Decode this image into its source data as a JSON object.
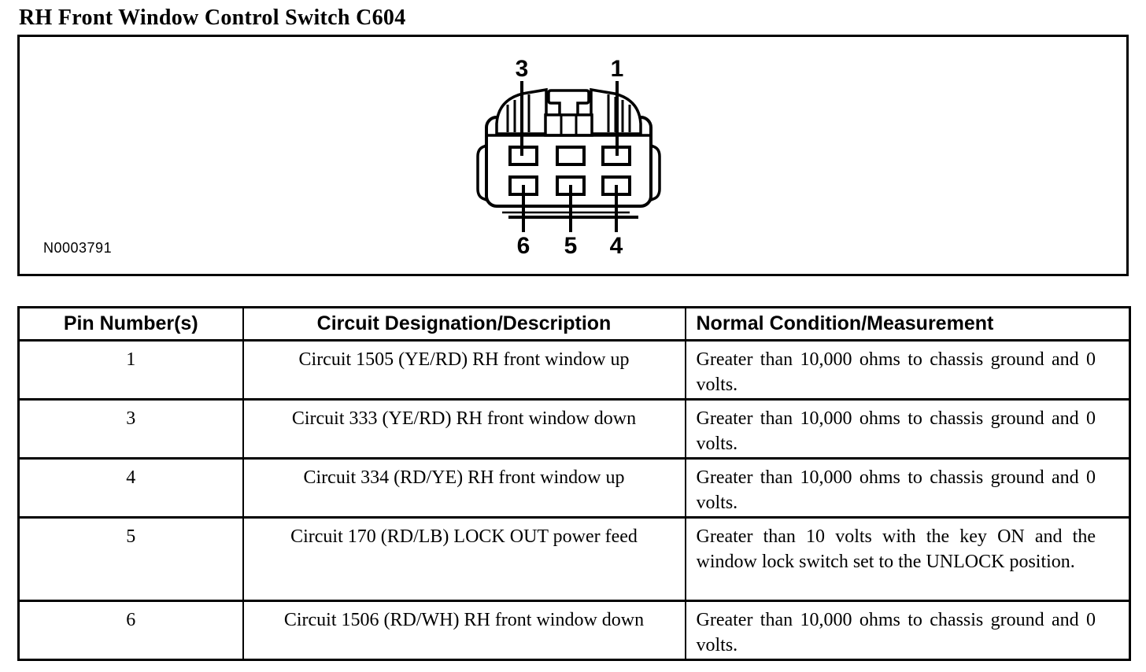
{
  "page": {
    "title": "RH Front Window Control Switch C604"
  },
  "colors": {
    "ink": "#000000",
    "paper": "#ffffff"
  },
  "figure": {
    "figure_id": "N0003791",
    "description": "Front view of 6-cavity RH front window control switch connector C604",
    "pin_labels": {
      "top_left": "3",
      "top_right": "1",
      "bottom_left": "6",
      "bottom_center": "5",
      "bottom_right": "4"
    }
  },
  "table": {
    "headers": [
      "Pin Number(s)",
      "Circuit Designation/Description",
      "Normal Condition/Measurement"
    ],
    "rows": [
      {
        "pin": "1",
        "circuit": "Circuit 1505 (YE/RD) RH front window up",
        "condition": "Greater than 10,000 ohms to chassis ground and 0 volts."
      },
      {
        "pin": "3",
        "circuit": "Circuit 333 (YE/RD) RH front window down",
        "condition": "Greater than 10,000 ohms to chassis ground and 0 volts."
      },
      {
        "pin": "4",
        "circuit": "Circuit 334 (RD/YE) RH front window up",
        "condition": "Greater than 10,000 ohms to chassis ground and 0 volts."
      },
      {
        "pin": "5",
        "circuit": "Circuit 170 (RD/LB) LOCK OUT power feed",
        "condition": "Greater than 10 volts with the key ON and the window lock switch set to the UNLOCK position."
      },
      {
        "pin": "6",
        "circuit": "Circuit 1506 (RD/WH) RH front window down",
        "condition": "Greater than 10,000 ohms to chassis ground and 0 volts."
      }
    ]
  }
}
